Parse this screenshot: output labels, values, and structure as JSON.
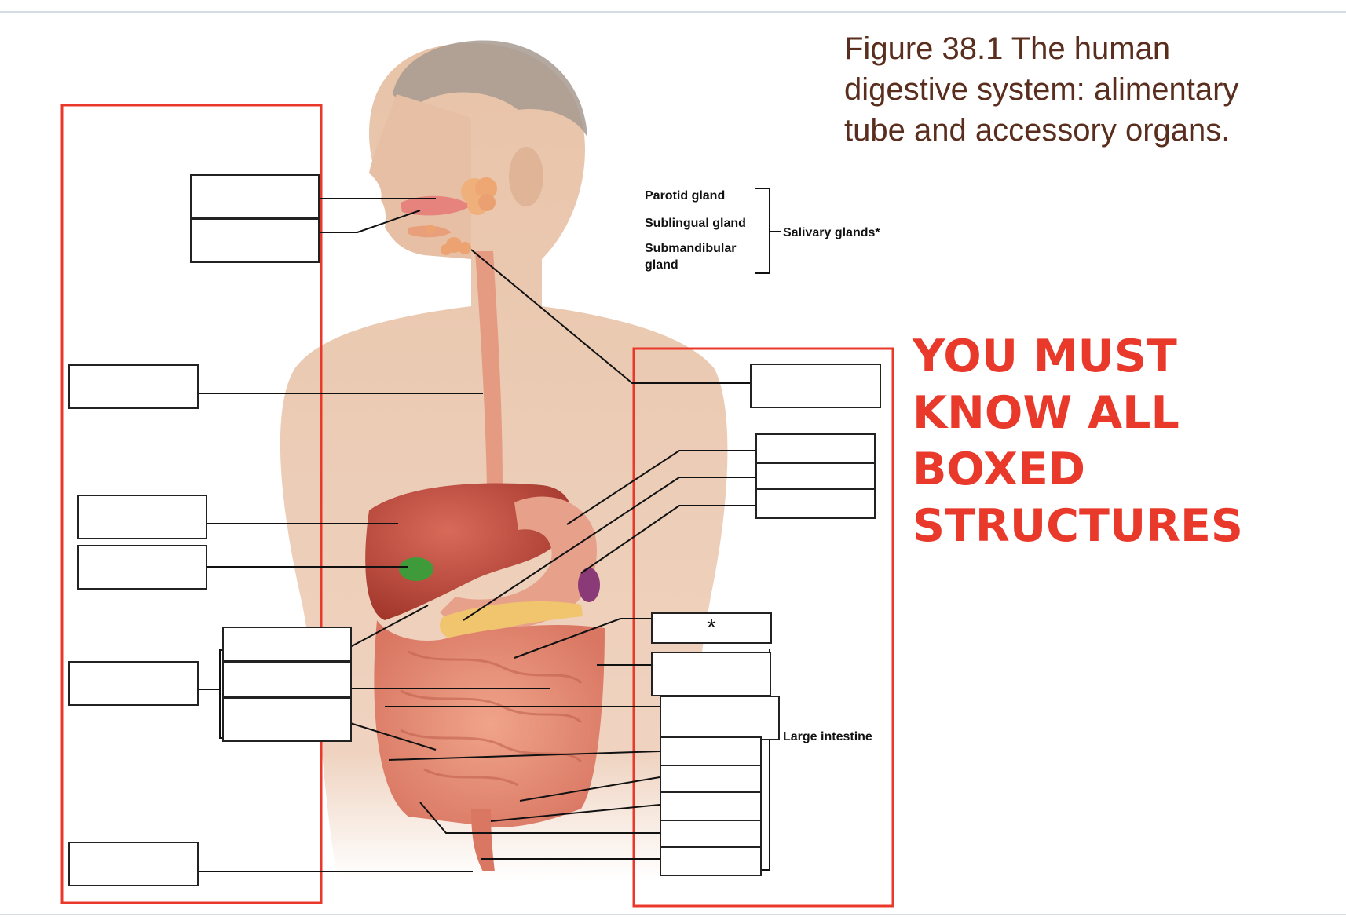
{
  "figure": {
    "caption_lines": [
      "Figure 38.1 The human",
      "digestive system: alimentary",
      "tube and accessory organs."
    ],
    "warning_lines": [
      "YOU MUST",
      "KNOW ALL",
      "BOXED",
      "STRUCTURES"
    ],
    "labels": {
      "parotid": "Parotid gland",
      "sublingual": "Sublingual gland",
      "submandibular_1": "Submandibular",
      "submandibular_2": "gland",
      "salivary": "Salivary glands*",
      "large_intestine": "Large intestine"
    },
    "asterisk_box": "*",
    "colors": {
      "frame_red": "#e8392b",
      "caption_brown": "#5a2e1e",
      "skin": "#e9c2a8",
      "organ": "#d97763",
      "gallbladder": "#3f9a3a"
    }
  }
}
